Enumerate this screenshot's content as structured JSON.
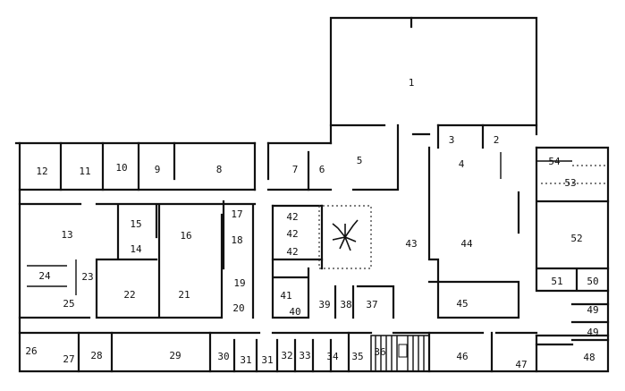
{
  "rooms": [
    "1",
    "2",
    "3",
    "4",
    "5",
    "6",
    "7",
    "8",
    "9",
    "10",
    "11",
    "12",
    "13",
    "14",
    "15",
    "16",
    "17",
    "18",
    "19",
    "20",
    "21",
    "22",
    "23",
    "24",
    "25",
    "26",
    "27",
    "28",
    "29",
    "30",
    "31",
    "31",
    "32",
    "33",
    "34",
    "35",
    "36",
    "37",
    "38",
    "39",
    "40",
    "41",
    "42",
    "42",
    "42",
    "43",
    "44",
    "45",
    "46",
    "47",
    "48",
    "49",
    "49",
    "50",
    "51",
    "52",
    "53",
    "54"
  ],
  "colors": {
    "ink": "#111111",
    "paper": "#ffffff"
  }
}
